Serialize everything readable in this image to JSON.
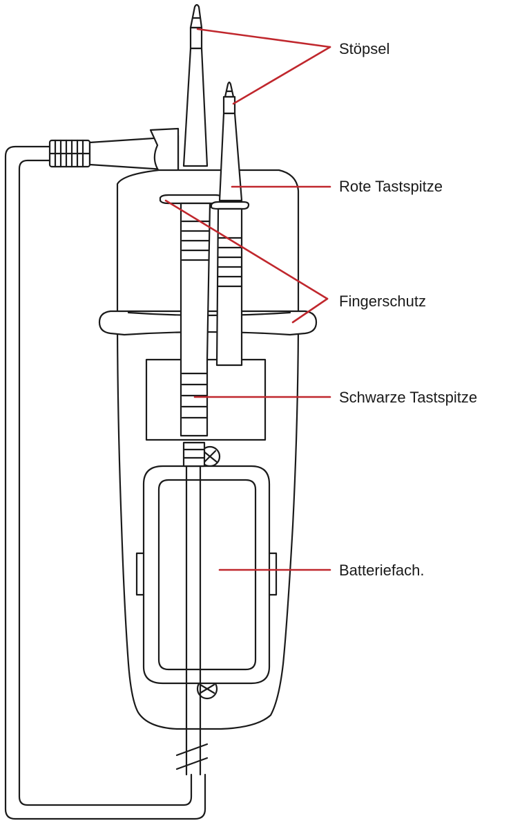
{
  "labels": {
    "stoepsel": "Stöpsel",
    "rote_tastspitze": "Rote Tastspitze",
    "fingerschutz": "Fingerschutz",
    "schwarze_tastspitze": "Schwarze Tastspitze",
    "batteriefach": "Batteriefach."
  },
  "colors": {
    "outline": "#1a1a1a",
    "leader": "#c0272d",
    "background": "#ffffff"
  }
}
